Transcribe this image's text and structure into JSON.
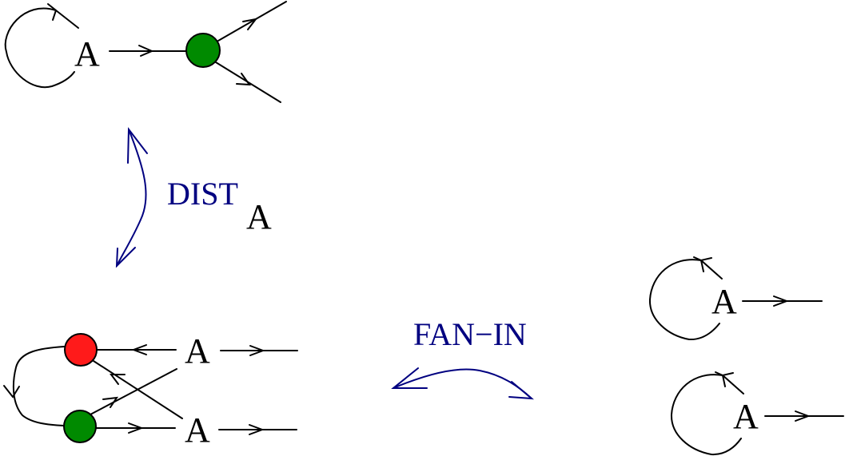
{
  "diagram": {
    "colors": {
      "line": "#000000",
      "operator": "#000080",
      "green_node": "#008a00",
      "red_node": "#ff1a1a",
      "background": "#ffffff"
    },
    "top_graph": {
      "node_label": "A",
      "node_colors": [
        "green"
      ]
    },
    "dist_operator": {
      "label": "DIST",
      "subscript": "A"
    },
    "bottom_left_graph": {
      "node_labels": [
        "A",
        "A"
      ],
      "node_colors": [
        "red",
        "green"
      ]
    },
    "fanin_operator": {
      "label": "FAN−IN"
    },
    "right_graphs": {
      "node_labels": [
        "A",
        "A"
      ]
    }
  }
}
